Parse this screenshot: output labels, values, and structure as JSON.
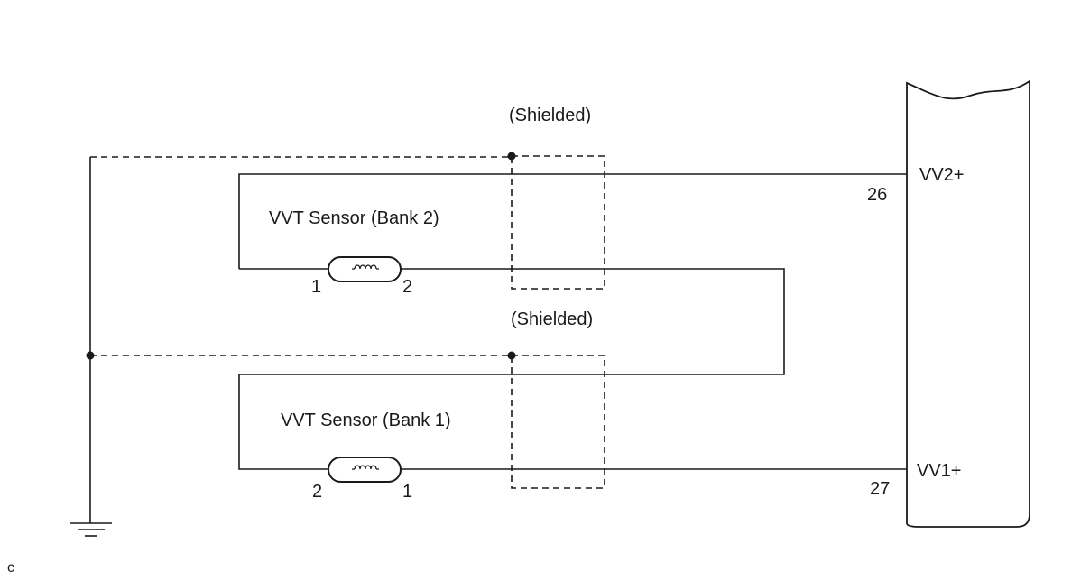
{
  "labels": {
    "shield_top": "(Shielded)",
    "shield_bottom": "(Shielded)",
    "sensor_bank2": "VVT Sensor (Bank 2)",
    "sensor_bank1": "VVT Sensor (Bank 1)",
    "bank2_pin_left": "1",
    "bank2_pin_right": "2",
    "bank1_pin_left": "2",
    "bank1_pin_right": "1",
    "ecu_pin_top_number": "26",
    "ecu_pin_top_name": "VV2+",
    "ecu_pin_bottom_number": "27",
    "ecu_pin_bottom_name": "VV1+",
    "footer_code": "c"
  },
  "icons": {
    "ground": "ground-symbol-icon",
    "sensor": "sensor-coil-icon",
    "junction": "junction-dot-icon"
  },
  "colors": {
    "line": "#1a1a1a",
    "background": "#ffffff"
  }
}
